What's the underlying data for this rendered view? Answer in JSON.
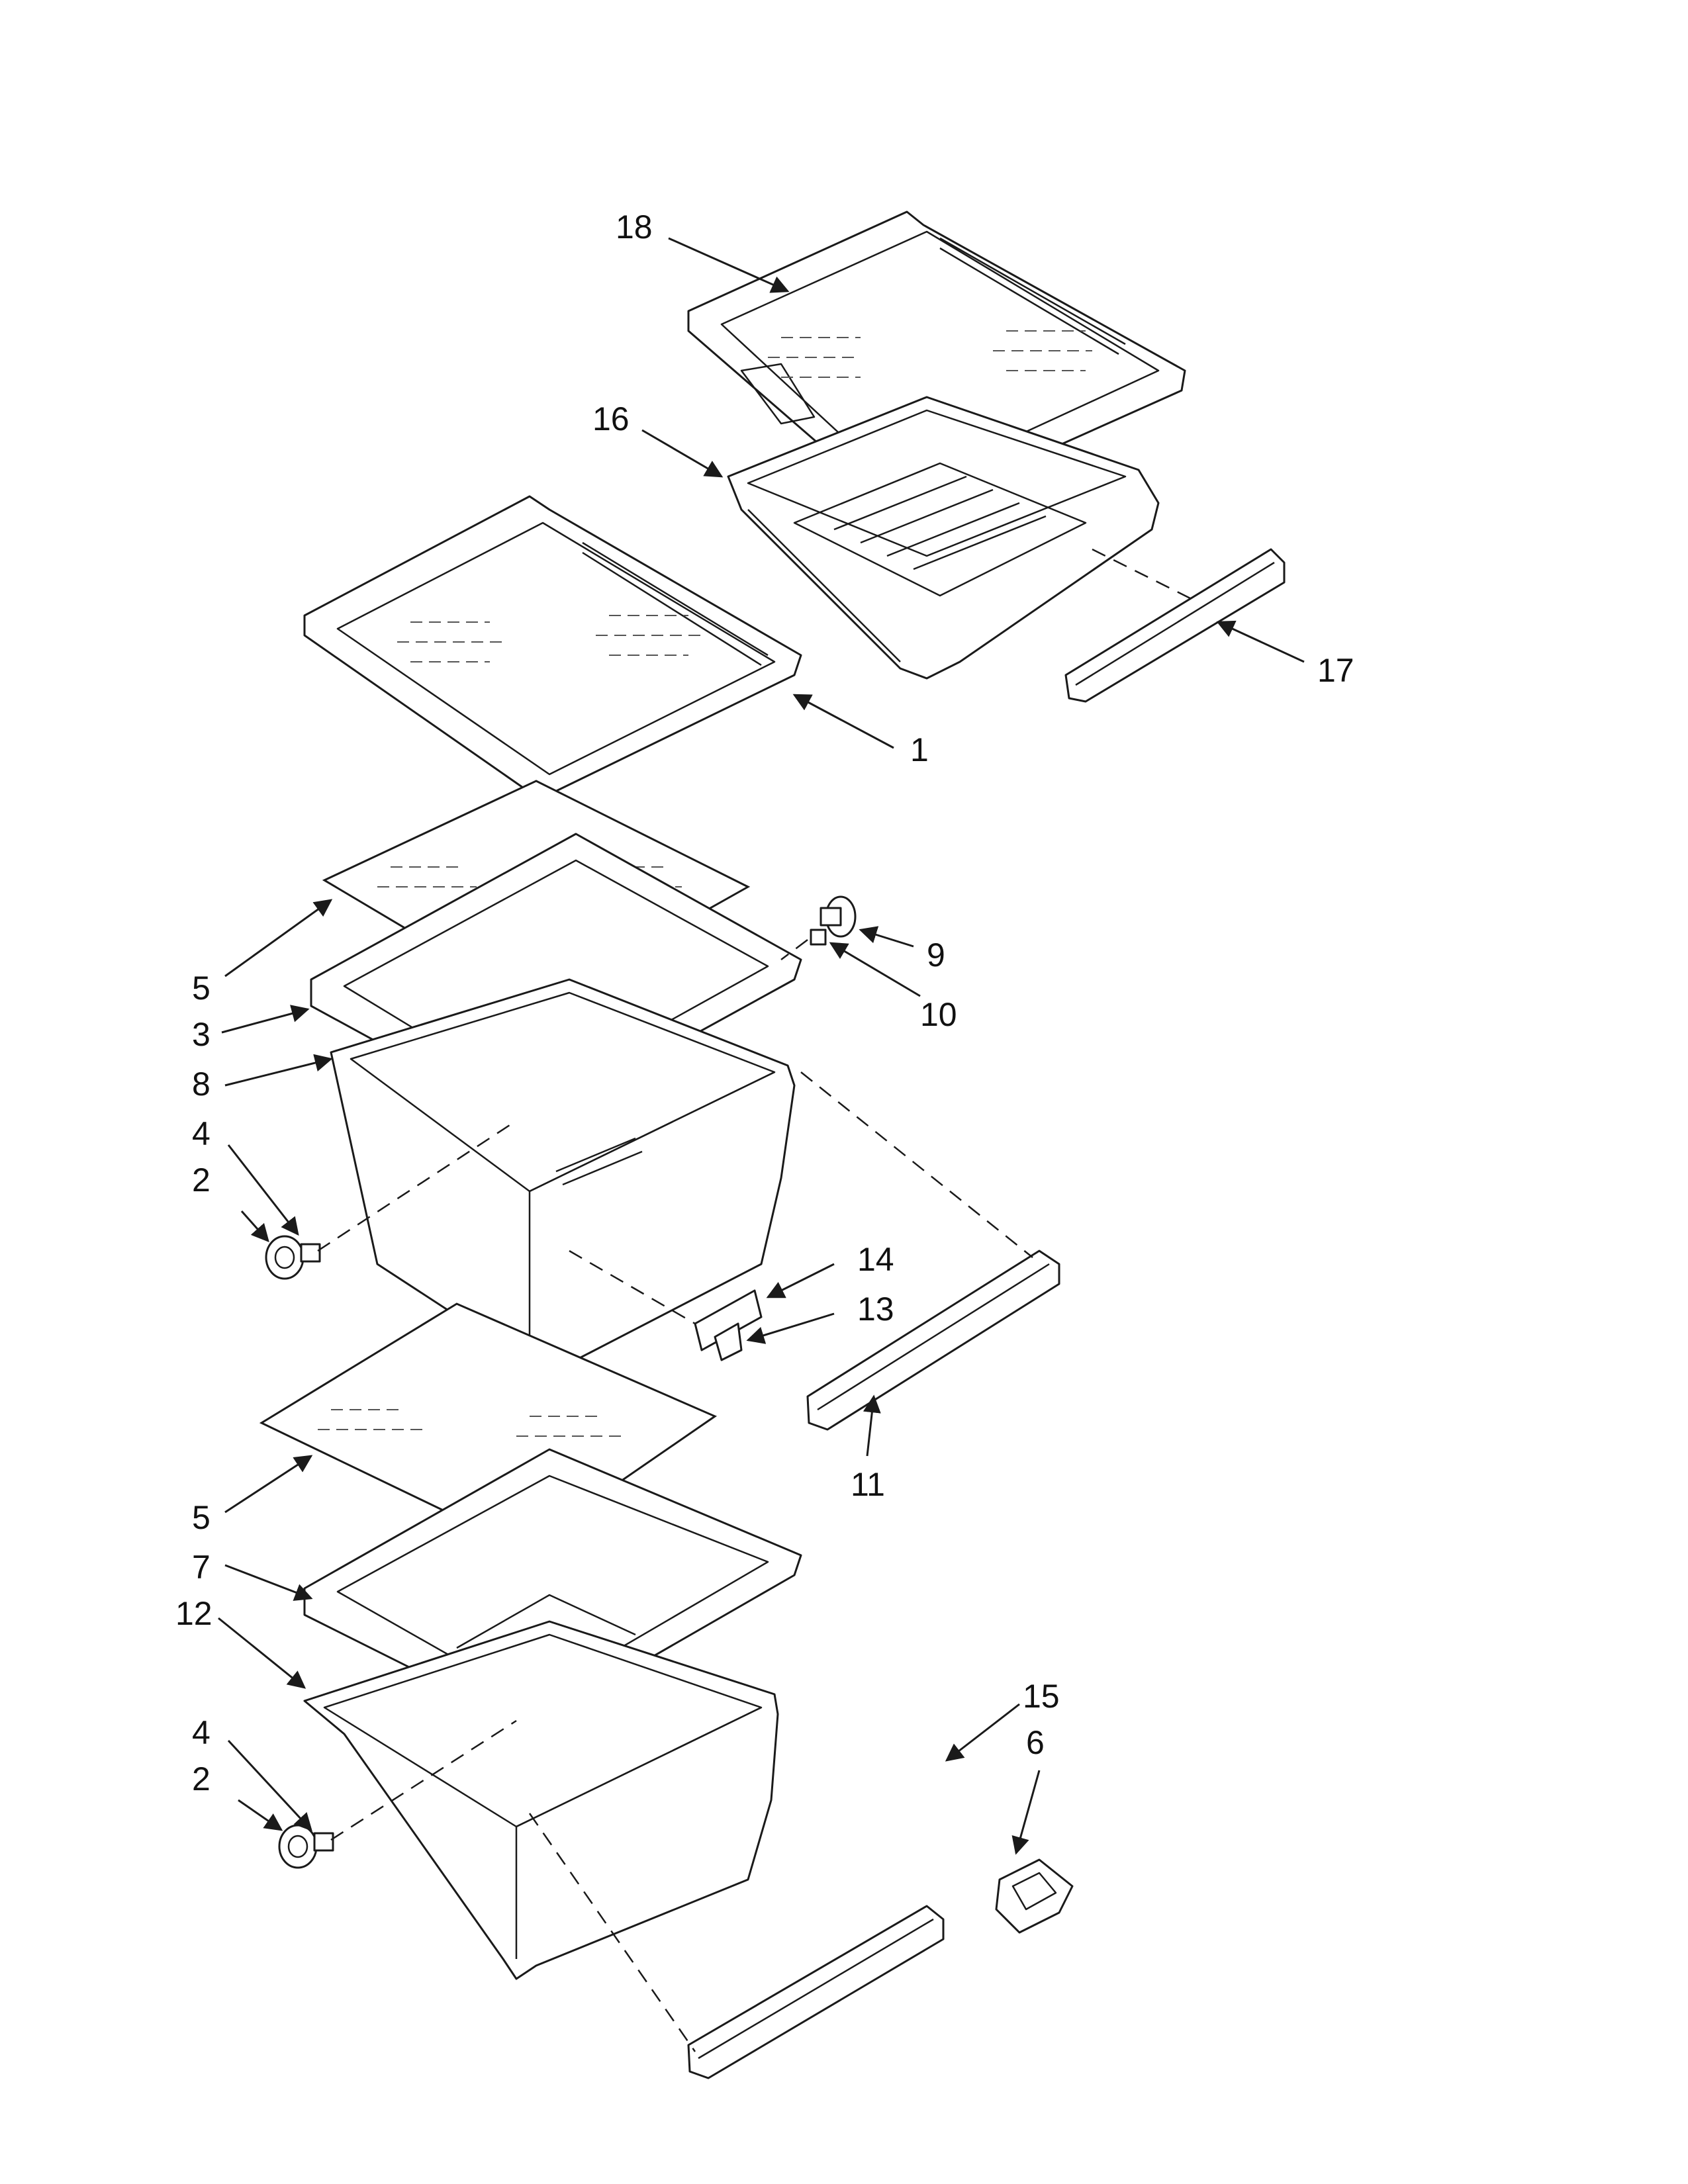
{
  "diagram": {
    "callouts": {
      "c1": "1",
      "c2a": "2",
      "c2b": "2",
      "c3": "3",
      "c4a": "4",
      "c4b": "4",
      "c5a": "5",
      "c5b": "5",
      "c6": "6",
      "c7": "7",
      "c8": "8",
      "c9": "9",
      "c10": "10",
      "c11": "11",
      "c12": "12",
      "c13": "13",
      "c14": "14",
      "c15": "15",
      "c16": "16",
      "c17": "17",
      "c18": "18"
    },
    "line_color": "#1a1a1a",
    "background_color": "#ffffff"
  }
}
